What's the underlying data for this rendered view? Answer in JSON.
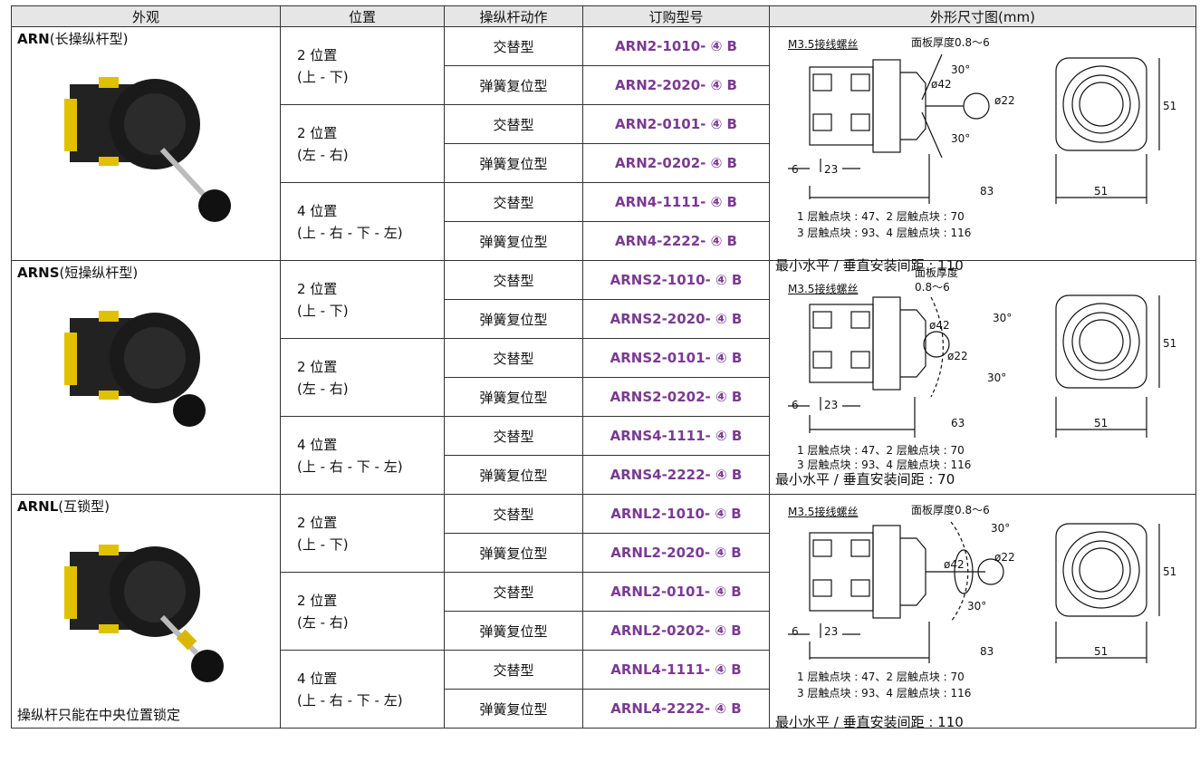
{
  "header": {
    "look": "外观",
    "position": "位置",
    "action": "操纵杆动作",
    "model": "订购型号",
    "dimension": "外形尺寸图(mm)"
  },
  "groups": [
    {
      "name": "ARN",
      "sub": "(长操纵杆型)",
      "note": "",
      "positions": [
        {
          "line1": "2 位置",
          "line2": "(上 - 下)"
        },
        {
          "line1": "2 位置",
          "line2": "(左 - 右)"
        },
        {
          "line1": "4 位置",
          "line2": "(上 - 右 - 下 - 左)"
        }
      ],
      "rows": [
        {
          "action": "交替型",
          "model": "ARN2-1010- ④ B"
        },
        {
          "action": "弹簧复位型",
          "model": "ARN2-2020- ④ B"
        },
        {
          "action": "交替型",
          "model": "ARN2-0101- ④ B"
        },
        {
          "action": "弹簧复位型",
          "model": "ARN2-0202- ④ B"
        },
        {
          "action": "交替型",
          "model": "ARN4-1111- ④ B"
        },
        {
          "action": "弹簧复位型",
          "model": "ARN4-2222- ④ B"
        }
      ],
      "dim": {
        "terminal": "M3.5接线螺丝",
        "panel": "面板厚度0.8〜6",
        "d6": "6",
        "d23": "23",
        "len": "83",
        "width": "51",
        "height": "51",
        "d42": "ø42",
        "d22": "ø22",
        "deg": "30°",
        "layers1": "1 层触点块 : 47、2 层触点块 : 70",
        "layers2": "3 层触点块 : 93、4 层触点块 : 116",
        "spacing": "最小水平 / 垂直安装间距 : 110"
      }
    },
    {
      "name": "ARNS",
      "sub": "(短操纵杆型)",
      "note": "",
      "positions": [
        {
          "line1": "2 位置",
          "line2": "(上 - 下)"
        },
        {
          "line1": "2 位置",
          "line2": "(左 - 右)"
        },
        {
          "line1": "4 位置",
          "line2": "(上 - 右 - 下 - 左)"
        }
      ],
      "rows": [
        {
          "action": "交替型",
          "model": "ARNS2-1010- ④ B"
        },
        {
          "action": "弹簧复位型",
          "model": "ARNS2-2020- ④ B"
        },
        {
          "action": "交替型",
          "model": "ARNS2-0101- ④ B"
        },
        {
          "action": "弹簧复位型",
          "model": "ARNS2-0202- ④ B"
        },
        {
          "action": "交替型",
          "model": "ARNS4-1111- ④ B"
        },
        {
          "action": "弹簧复位型",
          "model": "ARNS4-2222- ④ B"
        }
      ],
      "dim": {
        "terminal": "M3.5接线螺丝",
        "panel": "面板厚度",
        "panel2": "0.8〜6",
        "d6": "6",
        "d23": "23",
        "len": "63",
        "width": "51",
        "height": "51",
        "d42": "ø42",
        "d22": "ø22",
        "deg": "30°",
        "layers1": "1 层触点块 : 47、2 层触点块 : 70",
        "layers2": "3 层触点块 : 93、4 层触点块 : 116",
        "spacing": "最小水平 / 垂直安装间距 : 70"
      }
    },
    {
      "name": "ARNL",
      "sub": "(互锁型)",
      "note": "操纵杆只能在中央位置锁定",
      "positions": [
        {
          "line1": "2 位置",
          "line2": "(上 - 下)"
        },
        {
          "line1": "2 位置",
          "line2": "(左 - 右)"
        },
        {
          "line1": "4 位置",
          "line2": "(上 - 右 - 下 - 左)"
        }
      ],
      "rows": [
        {
          "action": "交替型",
          "model": "ARNL2-1010- ④ B"
        },
        {
          "action": "弹簧复位型",
          "model": "ARNL2-2020- ④ B"
        },
        {
          "action": "交替型",
          "model": "ARNL2-0101- ④ B"
        },
        {
          "action": "弹簧复位型",
          "model": "ARNL2-0202- ④ B"
        },
        {
          "action": "交替型",
          "model": "ARNL4-1111- ④ B"
        },
        {
          "action": "弹簧复位型",
          "model": "ARNL4-2222- ④ B"
        }
      ],
      "dim": {
        "terminal": "M3.5接线螺丝",
        "panel": "面板厚度0.8〜6",
        "d6": "6",
        "d23": "23",
        "len": "83",
        "width": "51",
        "height": "51",
        "d42": "ø42",
        "d22": "ø22",
        "deg": "30°",
        "layers1": "1 层触点块 : 47、2 层触点块 : 70",
        "layers2": "3 层触点块 : 93、4 层触点块 : 116",
        "spacing": "最小水平 / 垂直安装间距 : 110"
      }
    }
  ]
}
